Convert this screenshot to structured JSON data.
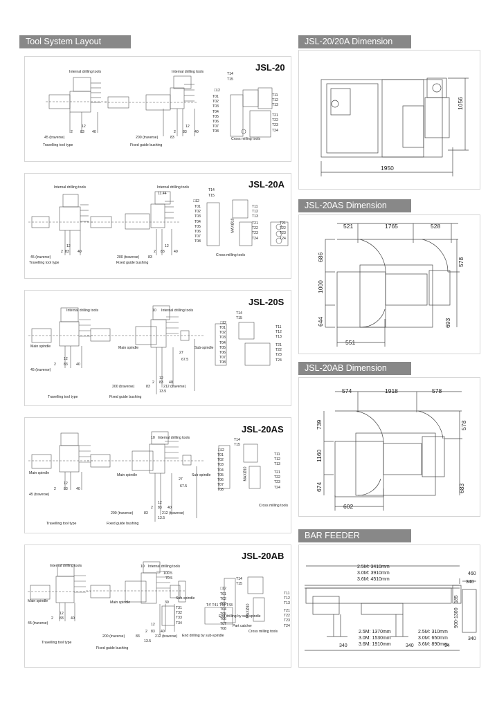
{
  "headers": {
    "tool_layout": "Tool System Layout",
    "dim_20": "JSL-20/20A Dimension",
    "dim_20as": "JSL-20AS Dimension",
    "dim_20ab": "JSL-20AB Dimension",
    "bar_feeder": "BAR FEEDER"
  },
  "common": {
    "internal_drilling_tools": "Internal drilling tools",
    "travelling_tool_type": "Travelling tool type",
    "fixed_guide_bushing": "Fixed guide bushing",
    "cross_milling_tools": "Cross milling tools",
    "main_spindle": "Main spindle",
    "sub_spindle": "Sub-spindle",
    "traverse45": "45 (traverse)",
    "traverse200": "200 (traverse)",
    "traverse212": "212 (traverse)",
    "n2": "2",
    "n12": "12",
    "n40": "40",
    "n83": "83",
    "n10": "10",
    "n27": "27",
    "n67_5": "67.5",
    "n13_5": "13.5",
    "n11_44": "11.44",
    "n30": "30",
    "n100_5": "100.5",
    "n70_5": "70.5",
    "phi12": "□12",
    "phi112": "□112",
    "maxd10": "MAXØ10"
  },
  "tools_left": [
    "T01",
    "T02",
    "T03",
    "T04",
    "T05",
    "T06",
    "T07",
    "T08"
  ],
  "tools_right_top": [
    "T11",
    "T12",
    "T13"
  ],
  "tools_right_bottom": [
    "T21",
    "T22",
    "T23",
    "T24"
  ],
  "tools_top": [
    "T14",
    "T15"
  ],
  "tools_sub": [
    "T31",
    "T32",
    "T33",
    "T34"
  ],
  "tools_sub_top": "T4' T41 T42 T43",
  "sections": [
    {
      "model": "JSL-20"
    },
    {
      "model": "JSL-20A"
    },
    {
      "model": "JSL-20S"
    },
    {
      "model": "JSL-20AS"
    },
    {
      "model": "JSL-20AB",
      "end_drilling": "End drilling by sub-spindle",
      "part_catcher": "Part catcher",
      "end_drilling_by_sub": "End drilling by sub-spindle"
    }
  ],
  "dim_20": {
    "width": "1950",
    "depth": "1056"
  },
  "dim_20as": {
    "top_left": "521",
    "top_mid": "1765",
    "top_right": "528",
    "left_top": "686",
    "left_mid": "1000",
    "left_bottom": "644",
    "right_top": "578",
    "right_bottom": "693",
    "bottom": "551"
  },
  "dim_20ab": {
    "top_left": "574",
    "top_mid": "1918",
    "top_right": "578",
    "left_top": "739",
    "left_mid": "1160",
    "left_bottom": "674",
    "right_top": "578",
    "right_bottom": "683",
    "bottom": "602"
  },
  "bar": {
    "len1": "2.5M: 3410mm",
    "len2": "3.0M: 3910mm",
    "len3": "3.6M: 4510mm",
    "w460": "460",
    "w340": "340",
    "h185": "185",
    "h_range": "900-1300",
    "b1": "2.5M: 1370mm",
    "b2": "3.0M: 1530mm",
    "b3": "3.6M: 1910mm",
    "c1": "2.5M: 310mm",
    "c2": "3.0M: 650mm",
    "c3": "3.6M: 890mm",
    "f340a": "340",
    "f340b": "340",
    "f94": "94",
    "f340c": "340"
  }
}
